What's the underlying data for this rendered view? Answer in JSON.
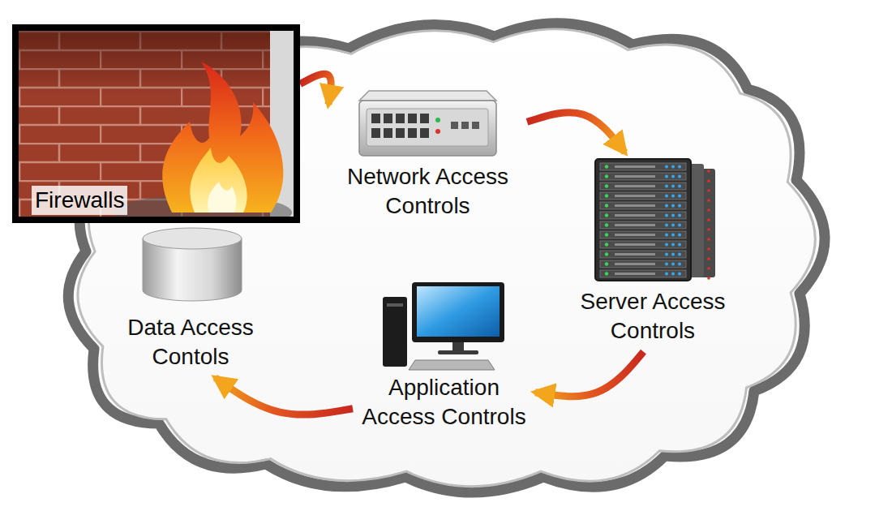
{
  "diagram": {
    "nodes": [
      {
        "text": [
          "Firewalls"
        ]
      },
      {
        "text": [
          "Network Access Controls"
        ]
      },
      {
        "text": [
          "Server Access Controls"
        ]
      },
      {
        "text": [
          "Application Access Controls"
        ]
      },
      {
        "text": [
          "Data Access Contols"
        ]
      }
    ],
    "edges": [
      {
        "from": 0,
        "to": 1,
        "arrow": "to"
      },
      {
        "from": 1,
        "to": 2,
        "arrow": "to"
      },
      {
        "from": 2,
        "to": 3,
        "arrow": "to"
      },
      {
        "from": 3,
        "to": 4,
        "arrow": "to"
      }
    ]
  }
}
